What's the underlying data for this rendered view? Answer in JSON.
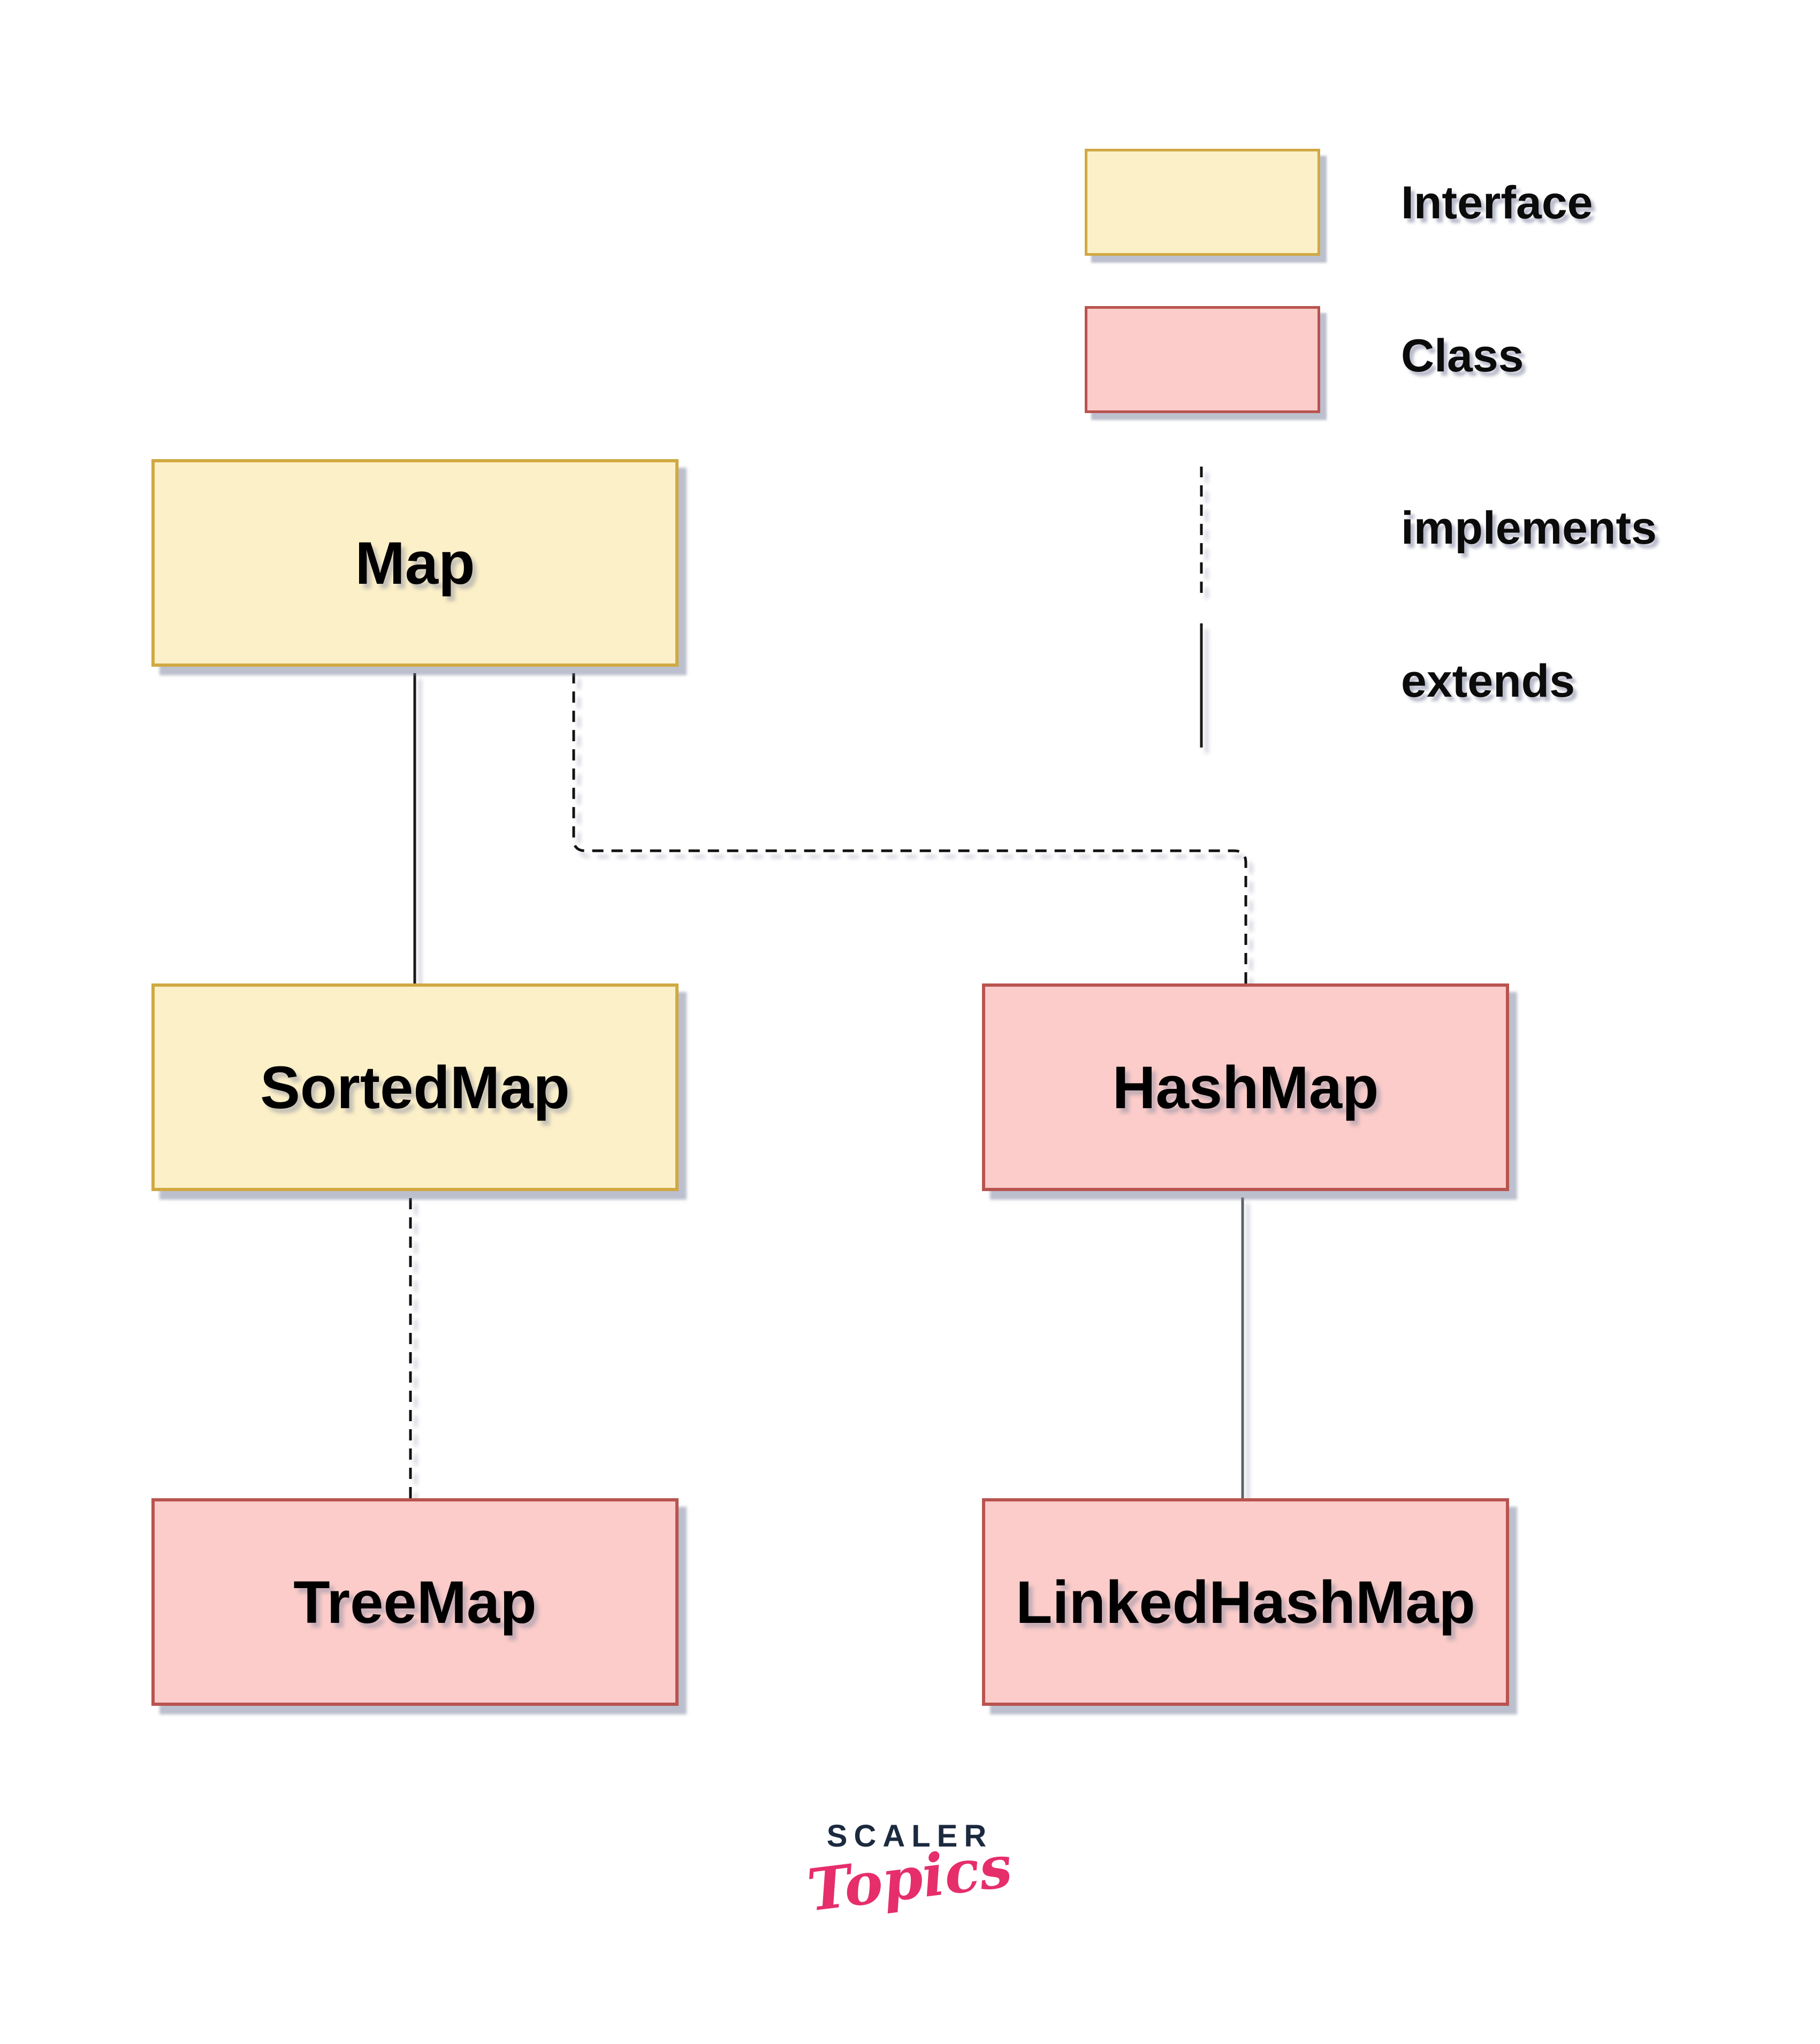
{
  "nodes": {
    "map": {
      "label": "Map",
      "type": "interface"
    },
    "sorted_map": {
      "label": "SortedMap",
      "type": "interface"
    },
    "hash_map": {
      "label": "HashMap",
      "type": "class"
    },
    "tree_map": {
      "label": "TreeMap",
      "type": "class"
    },
    "linked_hash_map": {
      "label": "LinkedHashMap",
      "type": "class"
    }
  },
  "legend": {
    "interface_label": "Interface",
    "class_label": "Class",
    "implements_label": "implements",
    "extends_label": "extends"
  },
  "edges": [
    {
      "from": "SortedMap",
      "to": "Map",
      "relation": "extends",
      "line": "solid"
    },
    {
      "from": "HashMap",
      "to": "Map",
      "relation": "implements",
      "line": "dashed"
    },
    {
      "from": "TreeMap",
      "to": "SortedMap",
      "relation": "implements",
      "line": "dashed"
    },
    {
      "from": "LinkedHashMap",
      "to": "HashMap",
      "relation": "extends",
      "line": "solid"
    }
  ],
  "branding": {
    "brand_top": "SCALER",
    "brand_bottom": "Topics"
  },
  "colors": {
    "interface_fill": "#FCF0C8",
    "interface_stroke": "#D0A943",
    "class_fill": "#FBCCC9",
    "class_stroke": "#B85450",
    "edge_dark": "#1A1A1A",
    "edge_gray": "#5F6164",
    "brand_navy": "#1C2A3F",
    "brand_pink": "#E62E6B"
  }
}
